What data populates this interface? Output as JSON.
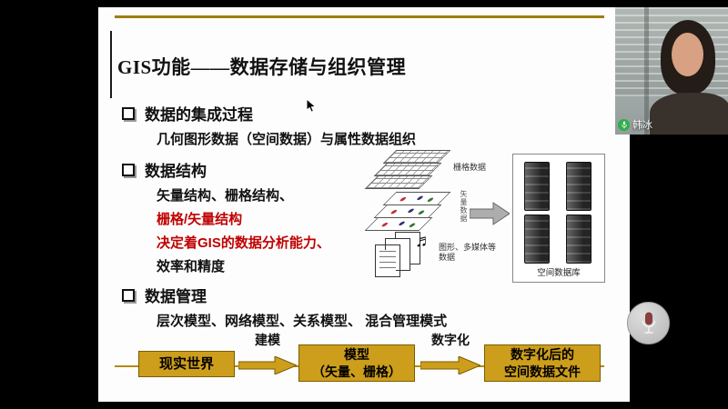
{
  "webcam": {
    "participant_name": "韩冰",
    "mic_status": "on"
  },
  "slide": {
    "title": "GIS功能——数据存储与组织管理",
    "sections": [
      {
        "heading": "数据的集成过程",
        "items": [
          {
            "text": "几何图形数据（空间数据）与属性数据组织",
            "emphasis": "normal"
          }
        ]
      },
      {
        "heading": "数据结构",
        "items": [
          {
            "text": "矢量结构、栅格结构、",
            "emphasis": "normal"
          },
          {
            "text": "栅格/矢量结构",
            "emphasis": "red"
          },
          {
            "text": "决定着GIS的数据分析能力、",
            "emphasis": "red"
          },
          {
            "text": "效率和精度",
            "emphasis": "normal"
          }
        ]
      },
      {
        "heading": "数据管理",
        "items": [
          {
            "text": "层次模型、网络模型、关系模型、 混合管理模式",
            "emphasis": "normal"
          }
        ]
      }
    ],
    "diagram": {
      "raster_label": "栅格数据",
      "vector_label": "矢量数据",
      "multimedia_label": "图形、多媒体等数据",
      "database_label": "空间数据库",
      "music_icon": "♬"
    },
    "flow": {
      "box_real_world": "现实世界",
      "arrow_modeling": "建模",
      "box_model_line1": "模型",
      "box_model_line2": "（矢量、栅格）",
      "arrow_digitize": "数字化",
      "box_file_line1": "数字化后的",
      "box_file_line2": "空间数据文件"
    },
    "colors": {
      "accent_gold": "#CD9E1B",
      "red_text": "#C00000",
      "arrow_gray": "#ADADAD"
    }
  }
}
